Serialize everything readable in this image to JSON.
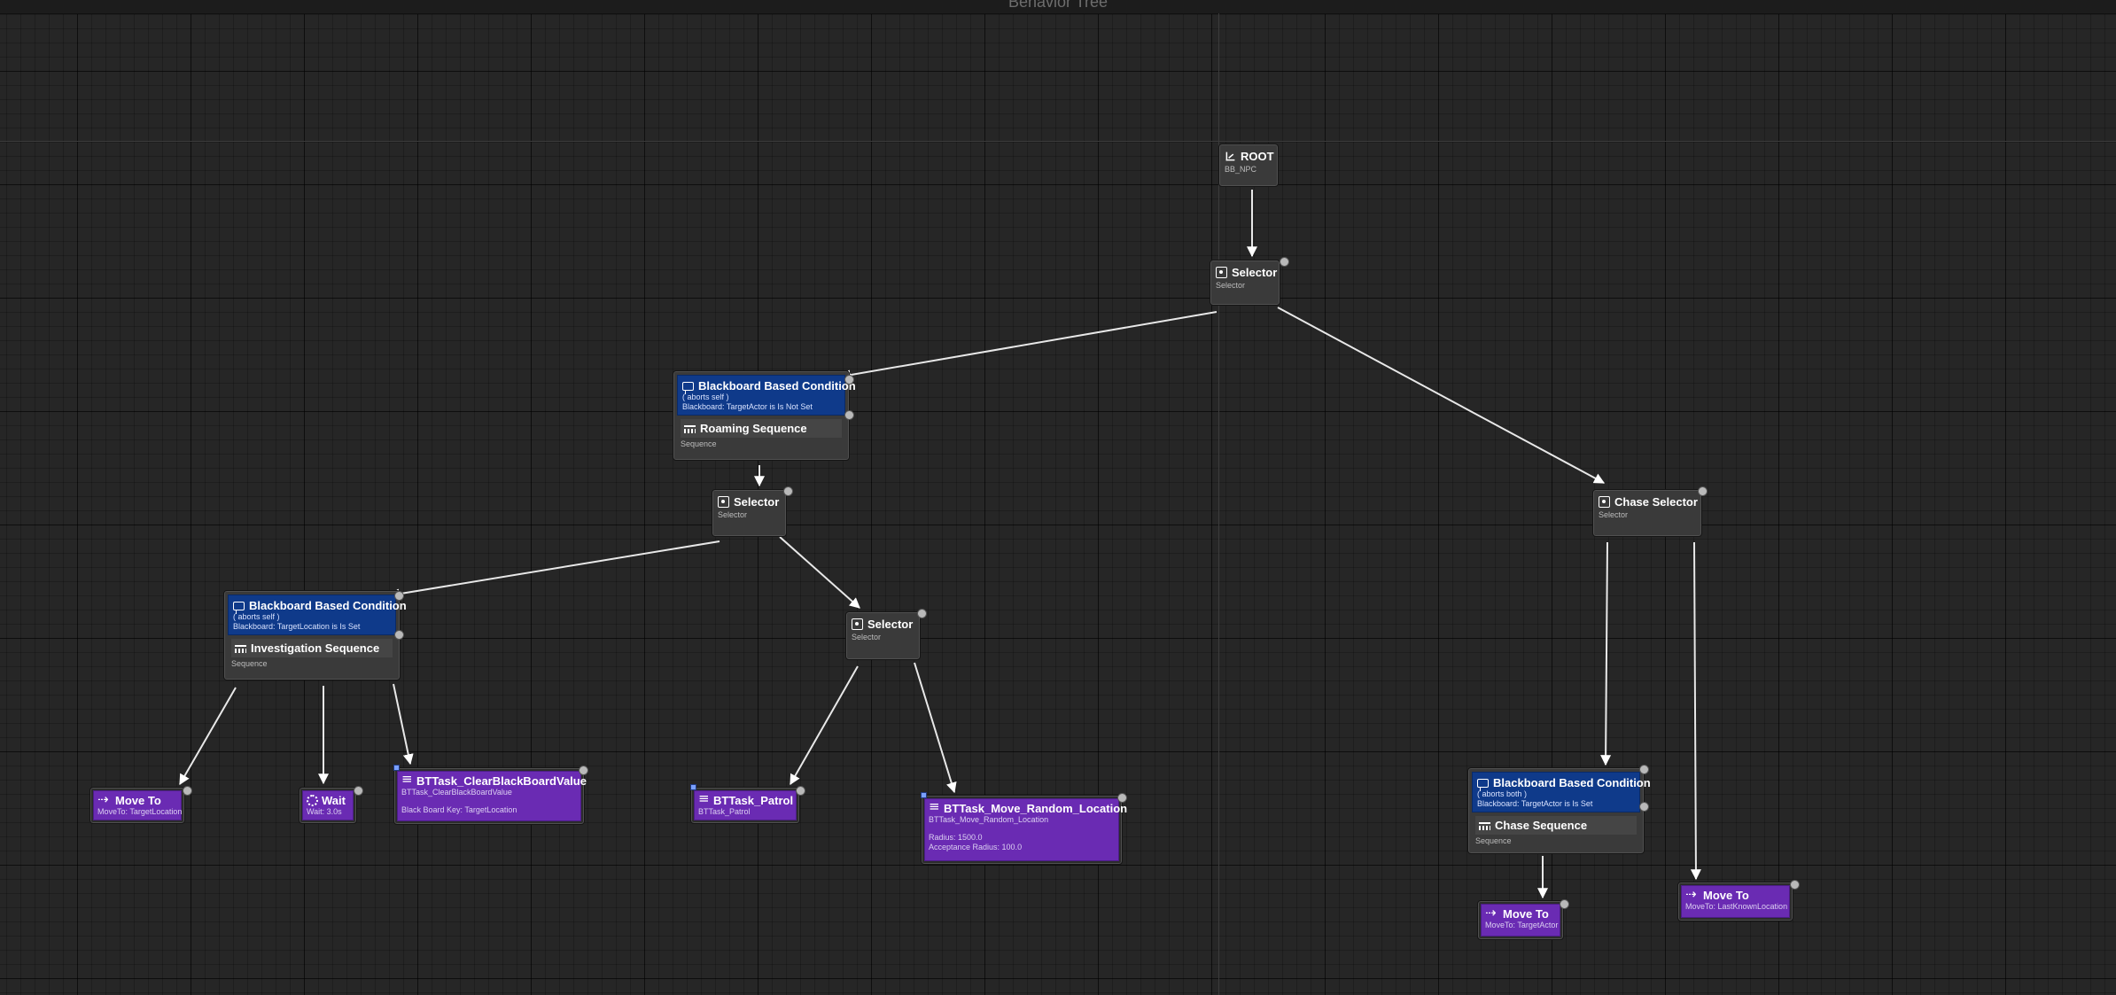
{
  "editor": {
    "title": "Behavior Tree"
  },
  "tree": {
    "root": {
      "name": "ROOT",
      "blackboard": "BB_NPC"
    },
    "top_selector": {
      "name": "Selector",
      "type": "Selector"
    },
    "roaming": {
      "decorator": {
        "name": "Blackboard Based Condition",
        "aborts": "( aborts self )",
        "condition": "Blackboard: TargetActor is Is Not Set"
      },
      "name": "Roaming Sequence",
      "type": "Sequence"
    },
    "roaming_selector": {
      "name": "Selector",
      "type": "Selector"
    },
    "investigation": {
      "decorator": {
        "name": "Blackboard Based Condition",
        "aborts": "( aborts self )",
        "condition": "Blackboard: TargetLocation is Is Set"
      },
      "name": "Investigation Sequence",
      "type": "Sequence"
    },
    "patrol_selector": {
      "name": "Selector",
      "type": "Selector"
    },
    "chase_selector": {
      "name": "Chase Selector",
      "type": "Selector"
    },
    "chase": {
      "decorator": {
        "name": "Blackboard Based Condition",
        "aborts": "( aborts both )",
        "condition": "Blackboard: TargetActor is Is Set"
      },
      "name": "Chase Sequence",
      "type": "Sequence"
    },
    "tasks": {
      "move_to_target_location": {
        "name": "Move To",
        "detail": "MoveTo: TargetLocation",
        "icon": "move-to-icon"
      },
      "wait": {
        "name": "Wait",
        "detail": "Wait: 3.0s",
        "icon": "wait-icon"
      },
      "clear_bb": {
        "name": "BTTask_ClearBlackBoardValue",
        "detail": "BTTask_ClearBlackBoardValue",
        "param1": "Black Board Key: TargetLocation",
        "icon": "task-icon"
      },
      "patrol": {
        "name": "BTTask_Patrol",
        "detail": "BTTask_Patrol",
        "icon": "task-icon"
      },
      "move_random": {
        "name": "BTTask_Move_Random_Location",
        "detail": "BTTask_Move_Random_Location",
        "param1": "Radius: 1500.0",
        "param2": "Acceptance Radius: 100.0",
        "icon": "task-icon"
      },
      "move_to_target_actor": {
        "name": "Move To",
        "detail": "MoveTo: TargetActor",
        "icon": "move-to-icon"
      },
      "move_to_last_known": {
        "name": "Move To",
        "detail": "MoveTo: LastKnownLocation",
        "icon": "move-to-icon"
      }
    }
  },
  "colors": {
    "decorator": "#0f3a8a",
    "task": "#6a2bb3",
    "composite": "#3a3a3a",
    "wire": "#e8e8e8"
  }
}
